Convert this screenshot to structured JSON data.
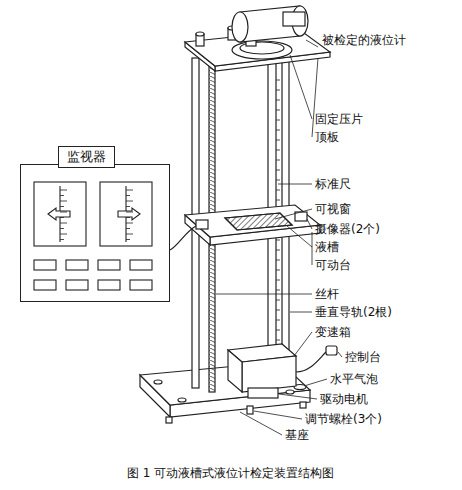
{
  "diagram": {
    "caption": "图 1   可动液槽式液位计检定装置结构图",
    "nodes": [
      {
        "text": [
          "监视器"
        ]
      }
    ],
    "labels": [
      "被检定的液位计",
      "固定压片",
      "顶板",
      "标准尺",
      "可视窗",
      "摄像器(2个)",
      "液槽",
      "可动台",
      "丝杆",
      "垂直导轨(2根)",
      "变速箱",
      "控制台",
      "水平气泡",
      "驱动电机",
      "调节螺栓(3个)",
      "基座"
    ]
  }
}
